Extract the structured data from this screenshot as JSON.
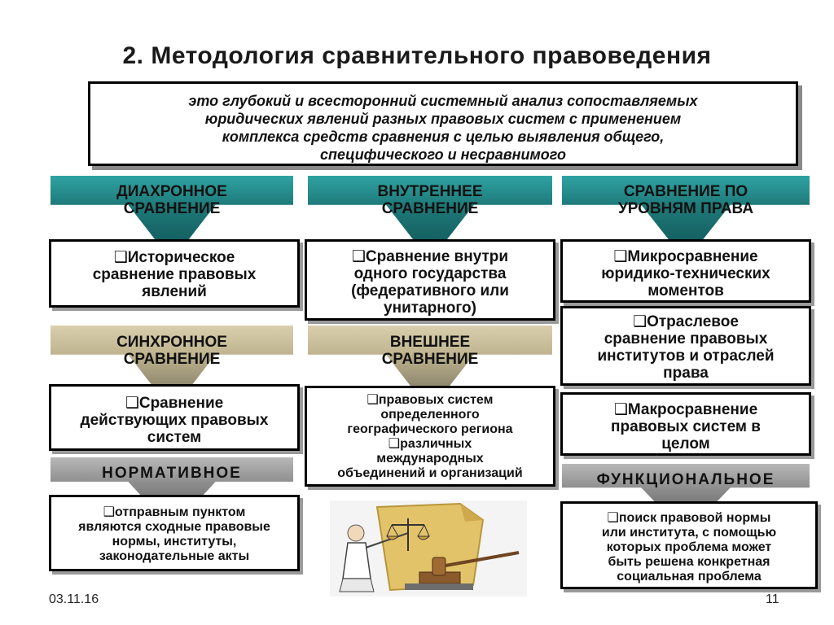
{
  "title": "2. Методология сравнительного правоведения",
  "definition": [
    "это глубокий и всесторонний системный анализ сопоставляемых",
    "юридических явлений разных правовых систем с применением",
    "комплекса средств сравнения с целью выявления общего,",
    "специфического и несравнимого"
  ],
  "col1": {
    "banner1": [
      "ДИАХРОННОЕ",
      "СРАВНЕНИЕ"
    ],
    "box1": [
      "❑Историческое",
      "сравнение правовых",
      "явлений"
    ],
    "banner2": [
      "СИНХРОННОЕ",
      "СРАВНЕНИЕ"
    ],
    "box2": [
      "❑Сравнение",
      "действующих правовых",
      "систем"
    ],
    "banner3": "НОРМАТИВНОЕ",
    "box3": [
      "❑отправным пунктом",
      "являются сходные правовые",
      "нормы, институты,",
      "законодательные акты"
    ]
  },
  "col2": {
    "banner1": [
      "ВНУТРЕННЕЕ",
      "СРАВНЕНИЕ"
    ],
    "box1": [
      "❑Сравнение внутри",
      "одного государства",
      "(федеративного или",
      "унитарного)"
    ],
    "banner2": [
      "ВНЕШНЕЕ",
      "СРАВНЕНИЕ"
    ],
    "box2": [
      "❑правовых систем",
      "определенного",
      "географического региона",
      "❑различных",
      "международных",
      "объединений и организаций"
    ]
  },
  "col3": {
    "banner1": [
      "СРАВНЕНИЕ ПО",
      "УРОВНЯМ ПРАВА"
    ],
    "box1": [
      "❑Микросравнение",
      "юридико-технических",
      "моментов"
    ],
    "box2": [
      "❑Отраслевое",
      "сравнение правовых",
      "институтов и отраслей",
      "права"
    ],
    "box3": [
      "❑Макросравнение",
      "правовых систем в",
      "целом"
    ],
    "banner3": "ФУНКЦИОНАЛЬНОЕ",
    "box4": [
      "❑поиск правовой нормы",
      "или института, с помощью",
      "которых проблема может",
      "быть решена конкретная",
      "социальная проблема"
    ]
  },
  "footer": {
    "date": "03.11.16",
    "page": "11"
  },
  "icons": {
    "clipart": "justice-scales-gavel-icon"
  }
}
